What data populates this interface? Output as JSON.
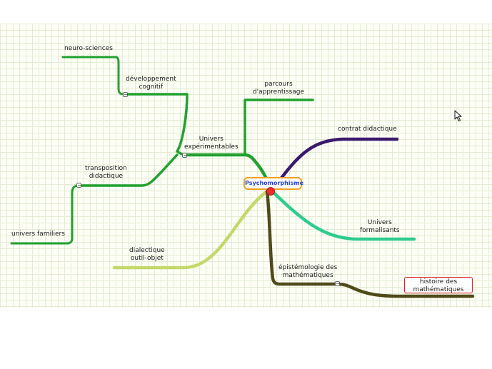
{
  "central": {
    "label": "Psychomorphisme"
  },
  "branches": {
    "neuro": {
      "label": [
        "neuro-sciences"
      ]
    },
    "developpement": {
      "label": [
        "développement",
        "cognitif"
      ]
    },
    "parcours": {
      "label": [
        "parcours",
        "d'apprentissage"
      ]
    },
    "univers_exp": {
      "label": [
        "Univers",
        "expérimentables"
      ]
    },
    "transposition": {
      "label": [
        "transposition",
        "didactique"
      ]
    },
    "univers_fam": {
      "label": [
        "univers familiers"
      ]
    },
    "contrat": {
      "label": [
        "contrat didactique"
      ]
    },
    "univers_form": {
      "label": [
        "Univers",
        "formalisants"
      ]
    },
    "dialectique": {
      "label": [
        "dialectique",
        "outil-objet"
      ]
    },
    "epistemo": {
      "label": [
        "épistémologie des",
        "mathématiques"
      ]
    },
    "histoire": {
      "label": [
        "histoire des",
        "mathématiques"
      ]
    }
  },
  "collapse_symbol": "−",
  "colors": {
    "green": "#22a12e",
    "purple": "#3a1a6e",
    "teal": "#2ecc8f",
    "lime": "#c4d86a",
    "olive": "#4f4a1a",
    "central_border": "#f0a020",
    "central_text": "#2244cc",
    "central_dot": "#e83030",
    "highlight_border": "#e02020"
  },
  "icons": [
    "mouse-pointer-icon",
    "collapse-toggle-icon"
  ]
}
